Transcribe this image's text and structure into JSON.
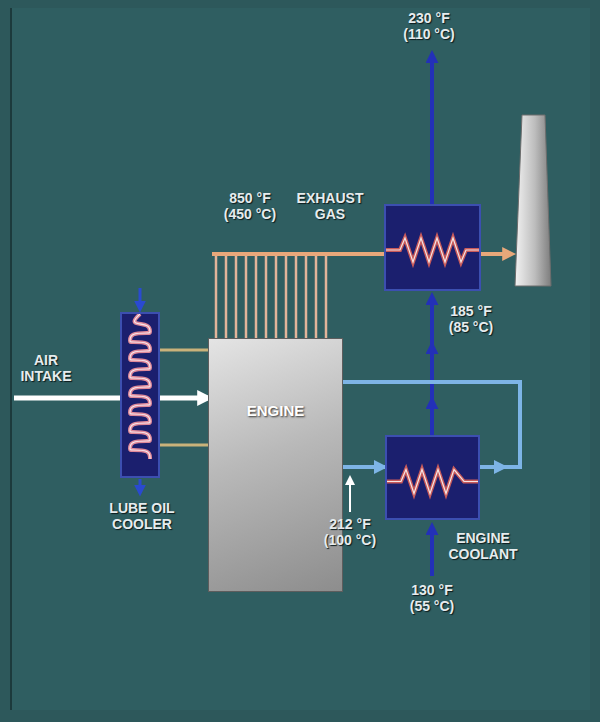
{
  "diagram": {
    "nodes": [
      {
        "text": [
          "LUBE OIL COOLER"
        ]
      },
      {
        "text": [
          "ENGINE"
        ]
      },
      {
        "text": [
          "ENGINE COOLANT"
        ]
      }
    ],
    "edges": [
      {
        "from": 0,
        "to": 1,
        "arrow": "none"
      },
      {
        "from": 0,
        "to": 1,
        "arrow": "none"
      },
      {
        "from": 0,
        "to": 1,
        "arrow": "to"
      },
      {
        "from": 1,
        "to": 2,
        "arrow": "to"
      },
      {
        "from": 2,
        "to": 1,
        "arrow": "none"
      }
    ],
    "labels": [
      "230 °F (110 °C)",
      "850 °F (450 °C)",
      "EXHAUST GAS",
      "185 °F (85 °C)",
      "AIR INTAKE",
      "212 °F (100 °C)",
      "130 °F (55 °C)"
    ]
  }
}
